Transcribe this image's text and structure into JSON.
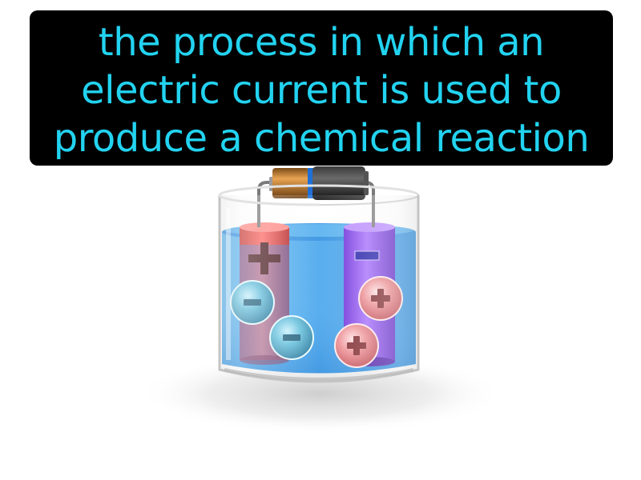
{
  "caption": {
    "lines": [
      "the process in which an",
      "electric current is used to",
      "produce a chemical reaction"
    ]
  },
  "illustration": {
    "icons": [
      "beaker",
      "battery",
      "anode-electrode",
      "cathode-electrode",
      "negative-ion",
      "positive-ion"
    ],
    "anode_sign": "+",
    "cathode_sign": "−",
    "negative_ion_sign": "−",
    "positive_ion_sign": "+"
  },
  "colors": {
    "caption_bg": "#000000",
    "caption_text": "#22d3f0",
    "electrolyte": "#3aa3ea",
    "anode": "#e2403f",
    "cathode": "#8a3ff0",
    "negative_ion": "#3a9fc4",
    "positive_ion": "#e0676d"
  }
}
